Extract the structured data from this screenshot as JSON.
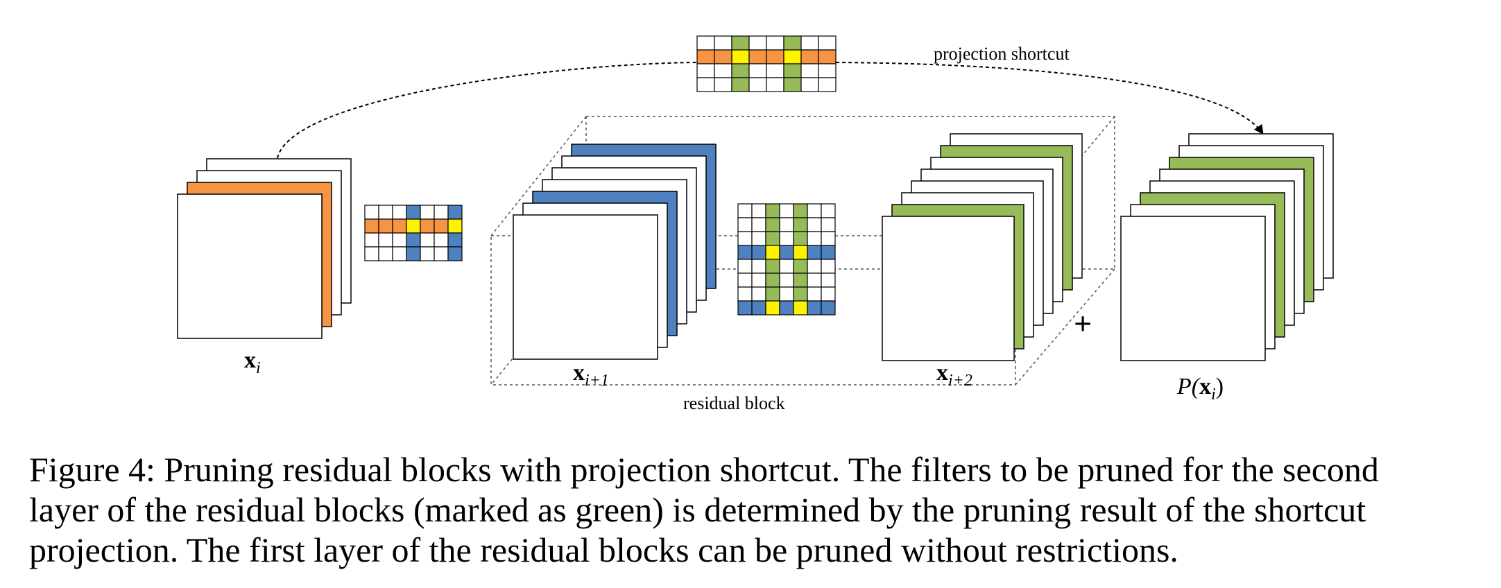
{
  "figure": {
    "labels": {
      "x_i": "x",
      "x_i_sub": "i",
      "x_i1": "x",
      "x_i1_sub": "i+1",
      "x_i2": "x",
      "x_i2_sub": "i+2",
      "p_prefix": "P(",
      "p_x": "x",
      "p_sub": "i",
      "p_suffix": ")",
      "projection_shortcut": "projection shortcut",
      "residual_block": "residual block",
      "plus": "+"
    },
    "colors": {
      "orange": "#F59443",
      "blue": "#4F81C0",
      "green": "#98BB5A",
      "yellow": "#FFF200",
      "line": "#000000"
    }
  },
  "caption": {
    "line1": "Figure 4: Pruning residual blocks with projection shortcut. The filters to be pruned for the second",
    "line2": "layer of the residual blocks (marked as green) is determined by the pruning result of the shortcut",
    "line3": "projection. The first layer of the residual blocks can be pruned without restrictions."
  }
}
